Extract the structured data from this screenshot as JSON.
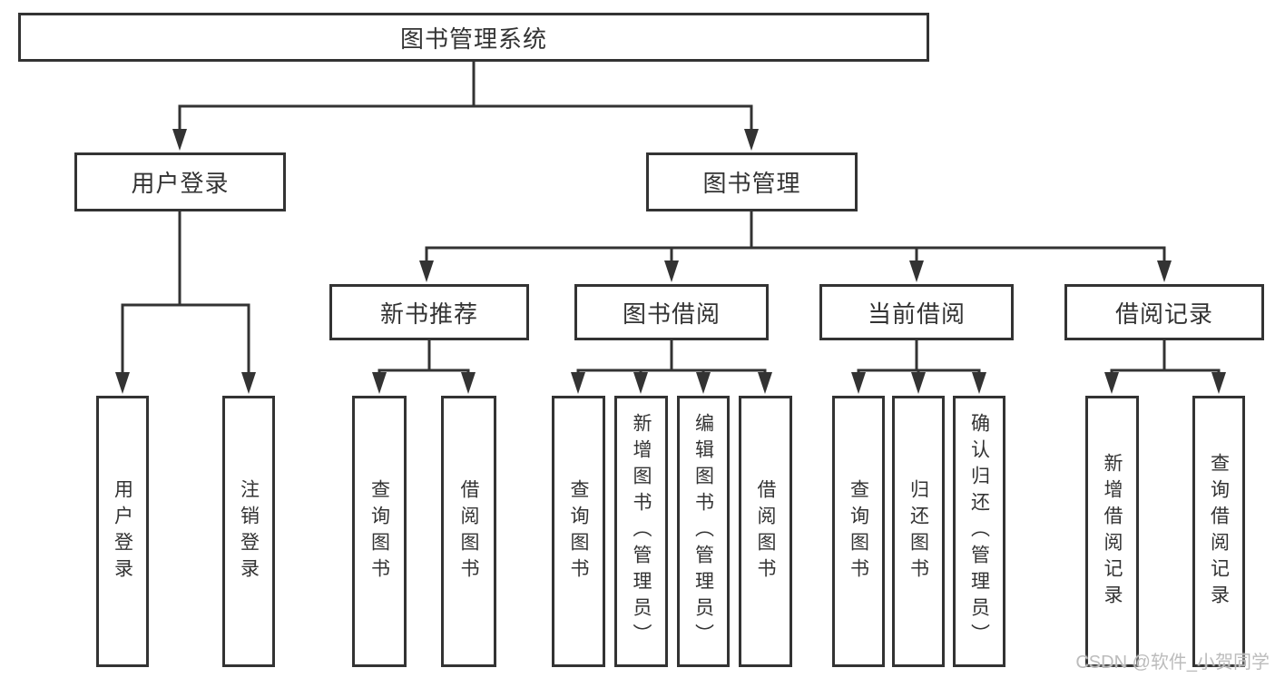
{
  "diagram": {
    "root": {
      "label": "图书管理系统"
    },
    "level2": [
      {
        "id": "user-login",
        "label": "用户登录"
      },
      {
        "id": "book-management",
        "label": "图书管理"
      }
    ],
    "level3": [
      {
        "id": "new-book-recommend",
        "label": "新书推荐"
      },
      {
        "id": "book-borrow",
        "label": "图书借阅"
      },
      {
        "id": "current-borrow",
        "label": "当前借阅"
      },
      {
        "id": "borrow-records",
        "label": "借阅记录"
      }
    ],
    "level4": [
      {
        "id": "user-login-leaf",
        "label": "用户登录"
      },
      {
        "id": "logout",
        "label": "注销登录"
      },
      {
        "id": "query-books-1",
        "label": "查询图书"
      },
      {
        "id": "borrow-books-1",
        "label": "借阅图书"
      },
      {
        "id": "query-books-2",
        "label": "查询图书"
      },
      {
        "id": "add-books-admin",
        "label": "新增图书（管理员）"
      },
      {
        "id": "edit-books-admin",
        "label": "编辑图书（管理员）"
      },
      {
        "id": "borrow-books-2",
        "label": "借阅图书"
      },
      {
        "id": "query-books-3",
        "label": "查询图书"
      },
      {
        "id": "return-books",
        "label": "归还图书"
      },
      {
        "id": "confirm-return-admin",
        "label": "确认归还（管理员）"
      },
      {
        "id": "add-borrow-record",
        "label": "新增借阅记录"
      },
      {
        "id": "query-borrow-record",
        "label": "查询借阅记录"
      }
    ]
  },
  "watermark": "CSDN @软件_小贺同学",
  "colors": {
    "line": "#333333",
    "text": "#333333",
    "watermark": "#bcbcbc",
    "background": "#ffffff"
  }
}
